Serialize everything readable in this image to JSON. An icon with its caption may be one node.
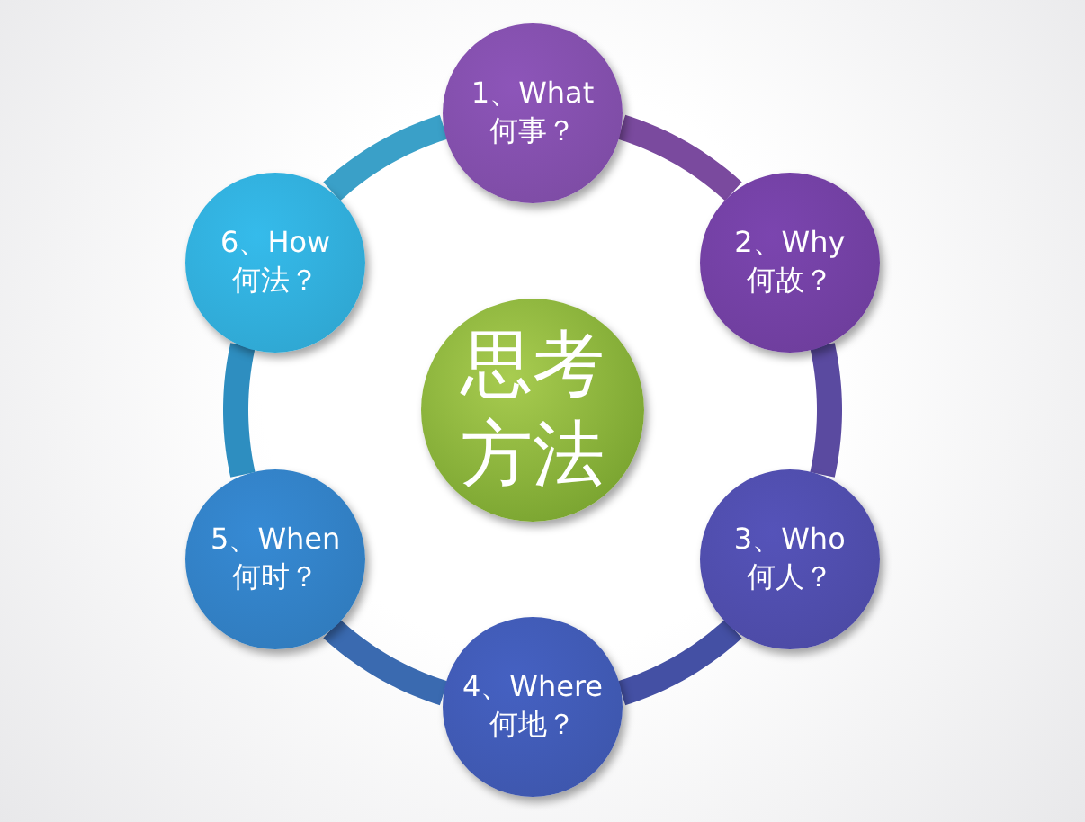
{
  "diagram": {
    "nodes": [
      {
        "text": [
          "思考方法"
        ]
      },
      {
        "text": [
          "1、What 何事？"
        ]
      },
      {
        "text": [
          "2、Why 何故？"
        ]
      },
      {
        "text": [
          "3、Who 何人？"
        ]
      },
      {
        "text": [
          "4、Where 何地？"
        ]
      },
      {
        "text": [
          "5、When 何时？"
        ]
      },
      {
        "text": [
          "6、How 何法？"
        ]
      }
    ],
    "edges": [
      {
        "from": 1,
        "to": 2,
        "arrow": "none",
        "color": "#7a4a9e"
      },
      {
        "from": 2,
        "to": 3,
        "arrow": "none",
        "color": "#5a4aa0"
      },
      {
        "from": 3,
        "to": 4,
        "arrow": "none",
        "color": "#4450a4"
      },
      {
        "from": 4,
        "to": 5,
        "arrow": "none",
        "color": "#3a6ab0"
      },
      {
        "from": 5,
        "to": 6,
        "arrow": "none",
        "color": "#2e8ec0"
      },
      {
        "from": 6,
        "to": 1,
        "arrow": "none",
        "color": "#3aa0c8"
      }
    ]
  }
}
